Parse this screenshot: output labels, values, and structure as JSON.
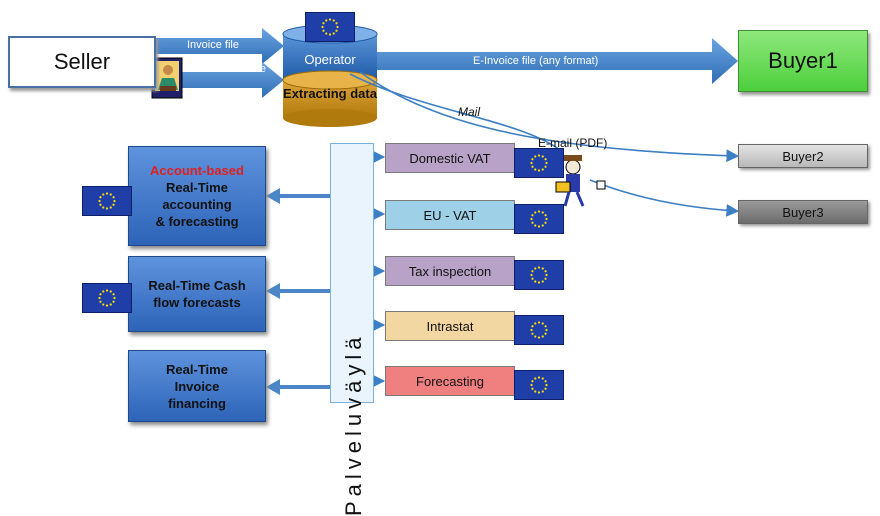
{
  "seller": {
    "label": "Seller"
  },
  "operator": {
    "label": "Operator",
    "extract_label": "Extracting data"
  },
  "flows": {
    "invoice_file_top": "Invoice file",
    "invoice_file_side": "Invoice file",
    "einvoice": "E-Invoice file (any format)",
    "mail": "Mail",
    "email": "E-mail (PDF)"
  },
  "buyers": [
    "Buyer1",
    "Buyer2",
    "Buyer3"
  ],
  "bus": {
    "label": "Palveluväylä"
  },
  "services": [
    {
      "label": "Domestic VAT",
      "color": "#b9a2c8"
    },
    {
      "label": "EU - VAT",
      "color": "#9ed0e8"
    },
    {
      "label": "Tax inspection",
      "color": "#b9a2c8"
    },
    {
      "label": "Intrastat",
      "color": "#f3d7a3"
    },
    {
      "label": "Forecasting",
      "color": "#f08080"
    }
  ],
  "left_boxes": {
    "box1": {
      "highlight": "Account-based",
      "lines": [
        "Real-Time",
        "accounting",
        "& forecasting"
      ]
    },
    "box2": {
      "lines": [
        "Real-Time Cash",
        "flow forecasts"
      ]
    },
    "box3": {
      "lines": [
        "Real-Time",
        "Invoice",
        "financing"
      ]
    }
  },
  "colors": {
    "arrow_blue": "#4a86c8",
    "eu_flag": "#1f3ea8",
    "eu_star": "#ffdd00",
    "cylinder_top": "#2e6fbd",
    "cylinder_bottom": "#c78a0e",
    "highlight_red": "#e02020"
  },
  "icons": [
    "eu-flag-icon",
    "computer-worker-icon",
    "mail-carrier-icon"
  ]
}
